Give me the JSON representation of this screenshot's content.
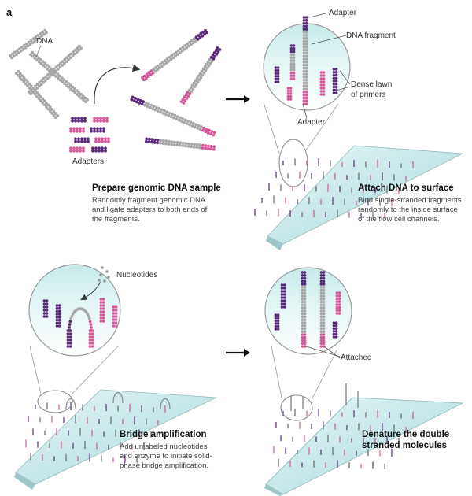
{
  "panel_letter": "a",
  "labels": {
    "dna": "DNA",
    "adapters": "Adapters",
    "adapter_top": "Adapter",
    "dna_fragment": "DNA fragment",
    "dense_lawn_1": "Dense lawn",
    "dense_lawn_2": "of primers",
    "adapter_bottom": "Adapter",
    "nucleotides": "Nucleotides",
    "attached": "Attached"
  },
  "steps": [
    {
      "title": "Prepare genomic DNA sample",
      "desc": [
        "Randomly fragment genomic DNA",
        "and ligate adapters to both ends of",
        "the fragments."
      ]
    },
    {
      "title": "Attach DNA to surface",
      "desc": [
        "Bind single-stranded fragments",
        "randomly to the inside surface",
        "of the flow cell channels."
      ]
    },
    {
      "title": "Bridge amplification",
      "desc": [
        "Add unlabeled nucleotides",
        "and enzyme to initiate solid-",
        "phase bridge amplification."
      ]
    },
    {
      "title": [
        "Denature the double",
        "stranded molecules"
      ],
      "desc": []
    }
  ],
  "colors": {
    "dna_gray": "#a8a8a8",
    "adapter_purple": "#5a2a78",
    "adapter_pink": "#d6579a",
    "flow_cell": "#c9ecec",
    "flow_edge": "#8fb8bc",
    "arrow": "#111111"
  }
}
